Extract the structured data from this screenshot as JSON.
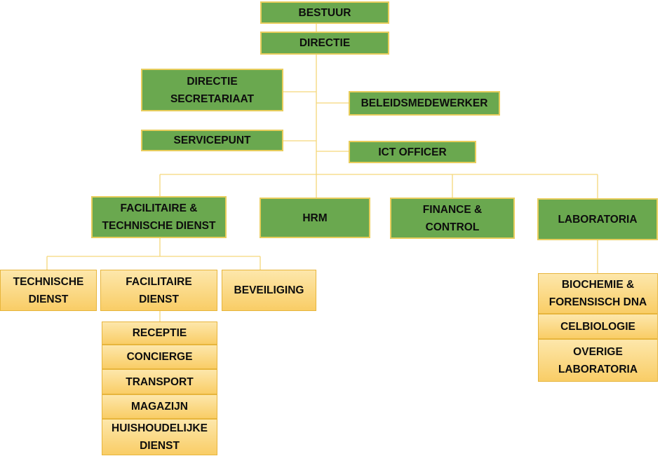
{
  "colors": {
    "primary_box": "#6aa84f",
    "primary_border": "#e8cd5c",
    "secondary_box": "#fbd97e",
    "secondary_border": "#e7b53c",
    "connector": "#f5d77a"
  },
  "org": {
    "bestuur": "BESTUUR",
    "directie": "DIRECTIE",
    "directie_secretariaat": "DIRECTIE\nSECRETARIAAT",
    "beleidsmedewerker": "BELEIDSMEDEWERKER",
    "servicepunt": "SERVICEPUNT",
    "ict_officer": "ICT OFFICER",
    "facilitaire_technische_dienst": "FACILITAIRE &\nTECHNISCHE  DIENST",
    "hrm": "HRM",
    "finance_control": "FINANCE &\nCONTROL",
    "laboratoria": "LABORATORIA",
    "technische_dienst": "TECHNISCHE\nDIENST",
    "facilitaire_dienst": "FACILITAIRE\nDIENST",
    "beveiliging": "BEVEILIGING",
    "receptie": "RECEPTIE",
    "concierge": "CONCIERGE",
    "transport": "TRANSPORT",
    "magazijn": "MAGAZIJN",
    "huishoudelijke_dienst": "HUISHOUDELIJKE\nDIENST",
    "biochemie_forensisch_dna": "BIOCHEMIE &\nFORENSISCH DNA",
    "celbiologie": "CELBIOLOGIE",
    "overige_laboratoria": "OVERIGE\nLABORATORIA"
  }
}
